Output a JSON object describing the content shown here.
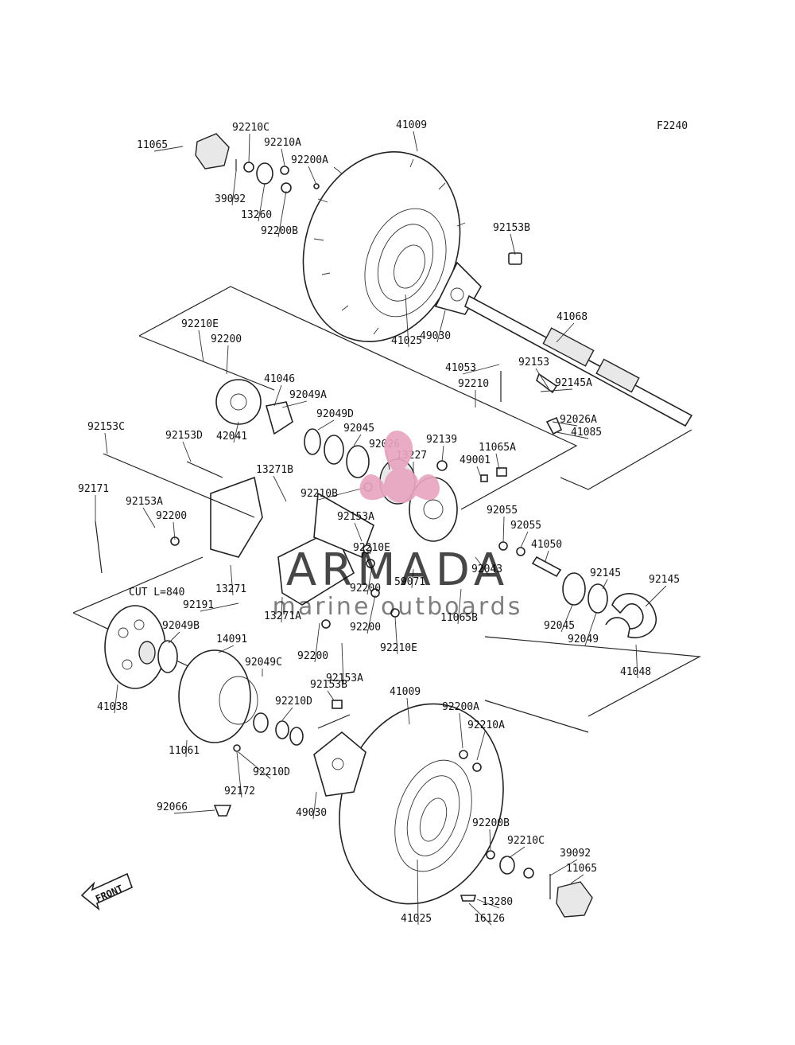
{
  "diagram": {
    "figure_code": "F2240",
    "front_label": "FRONT",
    "cut_note": "CUT L=840",
    "part_labels": [
      "11065",
      "92210C",
      "92210A",
      "92200A",
      "41009",
      "39092",
      "13260",
      "92200B",
      "92153B",
      "41068",
      "41025",
      "49030",
      "92210E",
      "92200",
      "41046",
      "92049A",
      "41053",
      "92153",
      "92210",
      "92145A",
      "92026A",
      "41085",
      "42041",
      "92049D",
      "92045",
      "92026",
      "92139",
      "13227",
      "49001",
      "11065A",
      "92153C",
      "92153D",
      "13271B",
      "92210B",
      "92171",
      "92153A",
      "92200",
      "92153A",
      "92210E",
      "92055",
      "92055",
      "41050",
      "13271",
      "92191",
      "92200",
      "59071",
      "92043",
      "92200",
      "11065B",
      "92145",
      "92145",
      "92045",
      "92049",
      "41048",
      "92049B",
      "14091",
      "92049C",
      "92200",
      "92153A",
      "92210E",
      "92153B",
      "41009",
      "92200A",
      "92210A",
      "92210D",
      "41038",
      "11061",
      "92210D",
      "92172",
      "49030",
      "92066",
      "92200B",
      "92210C",
      "39092",
      "11065",
      "13280",
      "41025",
      "16126",
      "13271A"
    ]
  },
  "watermark": {
    "brand": "ARMADA",
    "tagline": "marine outboards",
    "logo_color": "#e8a5bf"
  }
}
